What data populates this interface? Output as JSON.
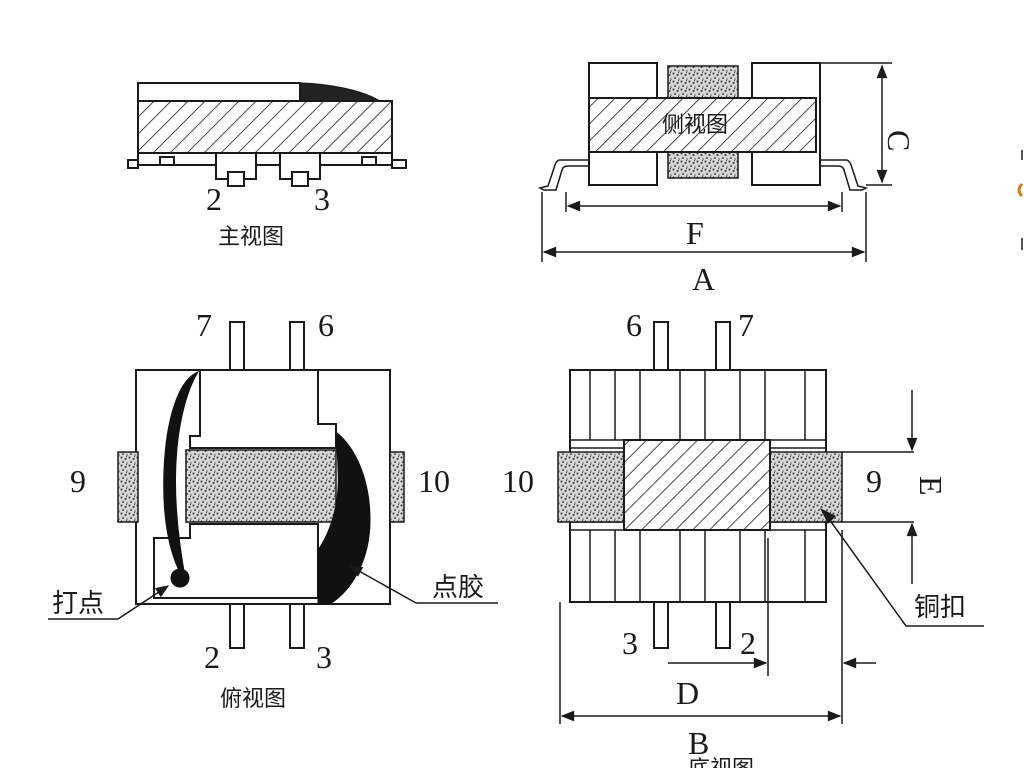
{
  "views": {
    "front": {
      "caption": "主视图",
      "pins": [
        "2",
        "3"
      ]
    },
    "side": {
      "caption": "侧视图",
      "dims": {
        "c": "C",
        "f": "F",
        "a": "A"
      }
    },
    "top": {
      "caption": "俯视图",
      "pins_top": [
        "7",
        "6"
      ],
      "pins_bottom": [
        "2",
        "3"
      ],
      "pins_left": "9",
      "pins_right": "10",
      "callouts": {
        "dot": "打点",
        "glue": "点胶"
      }
    },
    "bottom": {
      "caption": "底视图",
      "pins_top": [
        "6",
        "7"
      ],
      "pins_bottom": [
        "3",
        "2"
      ],
      "pins_left": "10",
      "pins_right": "9",
      "dims": {
        "e": "E",
        "d": "D",
        "b": "B"
      },
      "callouts": {
        "clip": "铜扣"
      }
    }
  }
}
